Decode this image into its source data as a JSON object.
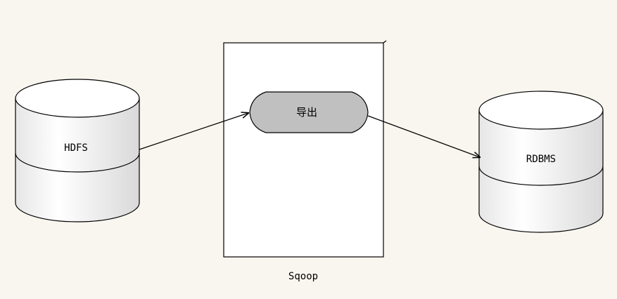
{
  "diagram": {
    "source": {
      "label": "HDFS"
    },
    "tool": {
      "label": "Sqoop"
    },
    "action": {
      "label": "导出"
    },
    "target": {
      "label": "RDBMS"
    }
  },
  "colors": {
    "background": "#f9f6ef",
    "stroke": "#000000",
    "cylinder_fill": "#ffffff",
    "action_fill": "#c0c0c0",
    "box_fill": "#ffffff"
  }
}
